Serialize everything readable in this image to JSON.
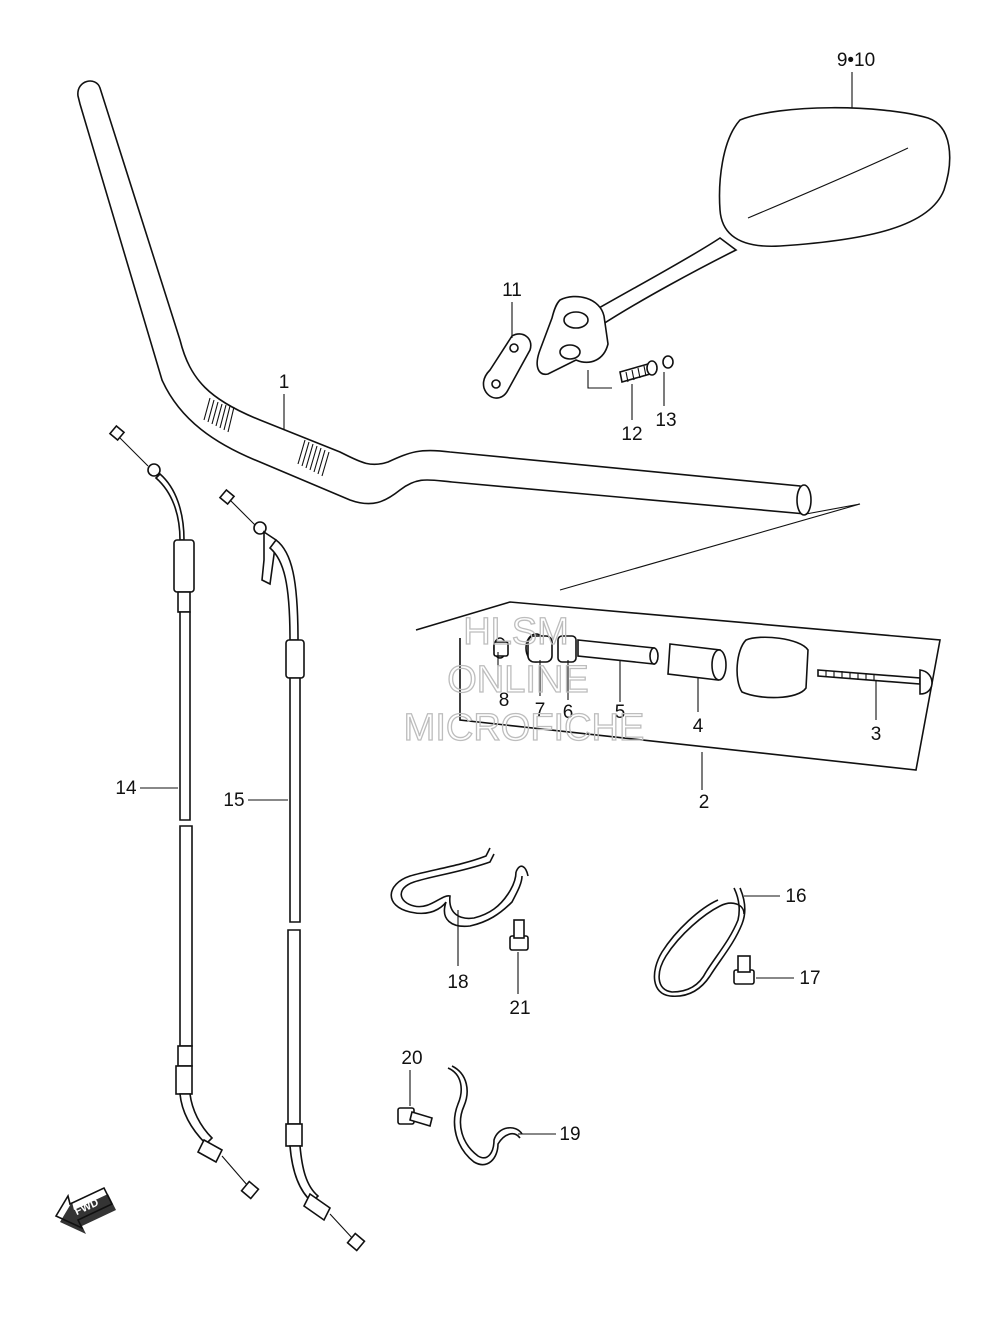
{
  "watermark": {
    "line1": "HLSM",
    "line2": "ONLINE",
    "line3": "MICROFICHE"
  },
  "fwd_badge": "FWD",
  "callouts": {
    "c1": "1",
    "c2": "2",
    "c3": "3",
    "c4": "4",
    "c5": "5",
    "c6": "6",
    "c7": "7",
    "c8": "8",
    "c9_10": "9•10",
    "c11": "11",
    "c12": "12",
    "c13": "13",
    "c14": "14",
    "c15": "15",
    "c16": "16",
    "c17": "17",
    "c18": "18",
    "c19": "19",
    "c20": "20",
    "c21": "21"
  },
  "icons": [
    "fwd-arrow-icon"
  ]
}
